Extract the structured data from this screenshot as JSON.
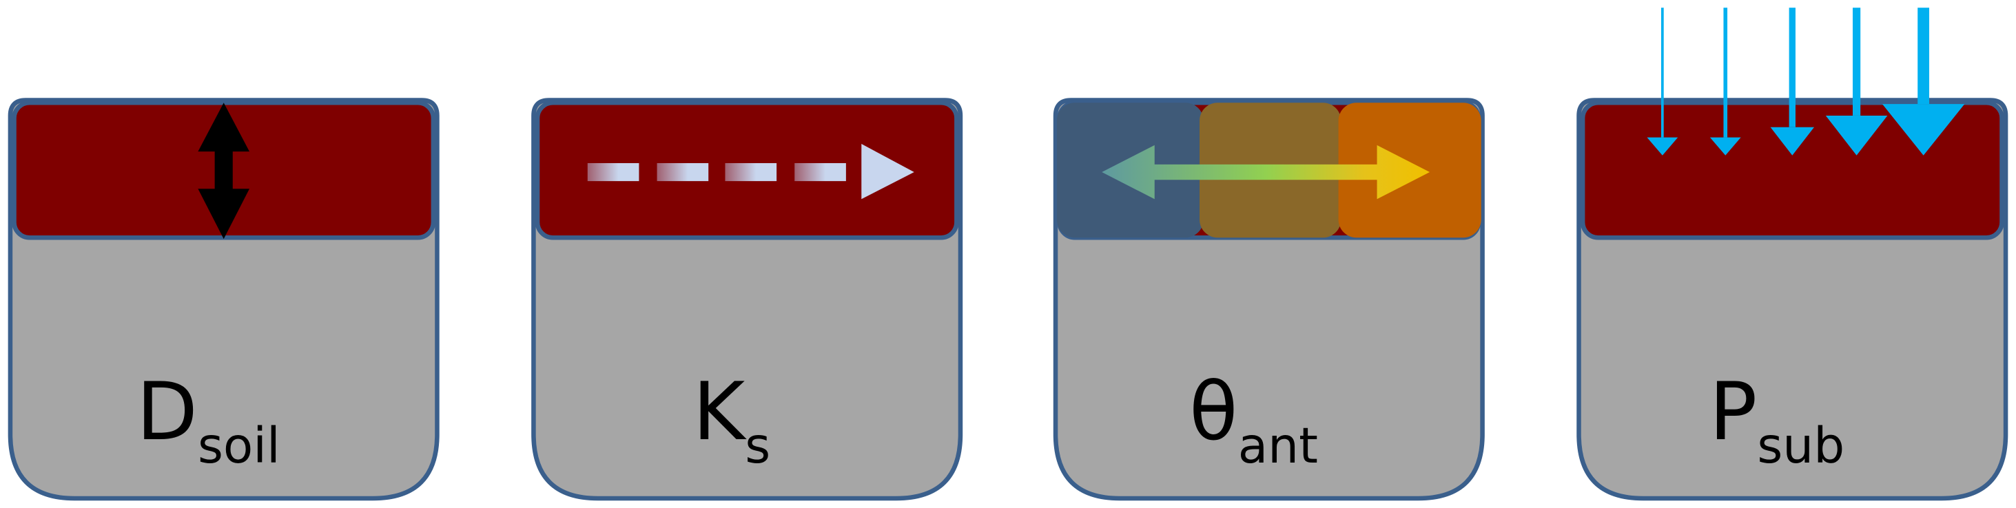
{
  "panels": [
    {
      "symbol": "D",
      "subscript": "soil",
      "icon": "double-vertical-arrow-icon"
    },
    {
      "symbol": "K",
      "subscript": "s",
      "icon": "dashed-right-arrow-icon"
    },
    {
      "symbol": "θ",
      "subscript": "ant",
      "icon": "double-horizontal-arrow-icon"
    },
    {
      "symbol": "P",
      "subscript": "sub",
      "icon": "downward-arrows-icon"
    }
  ],
  "colors": {
    "soil_top": "#7f0000",
    "substrate": "#a6a6a6",
    "outline": "#3a5f8c",
    "rain": "#00b0f0",
    "antecedent_low": "#3f5a78",
    "antecedent_mid": "#8a6829",
    "antecedent_high": "#c06000"
  }
}
